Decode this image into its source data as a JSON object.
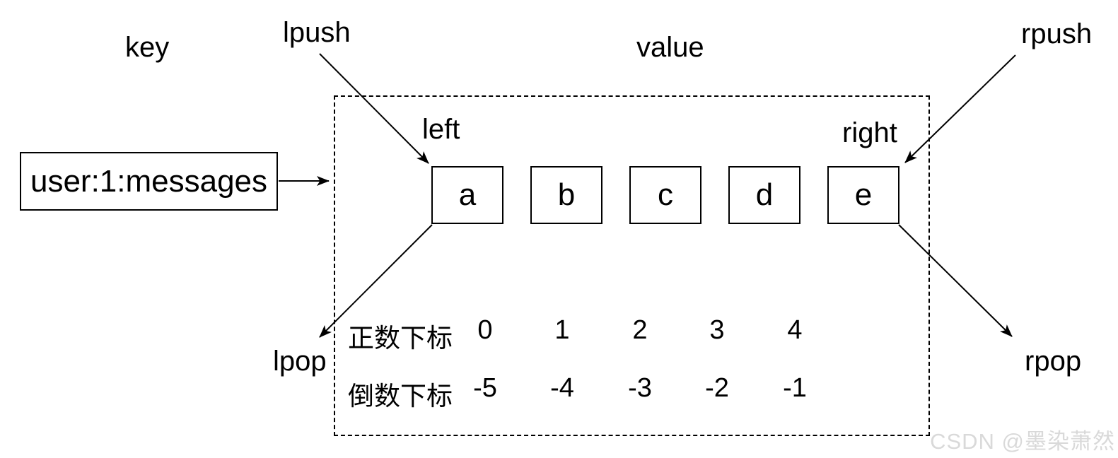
{
  "labels": {
    "key": "key",
    "value": "value",
    "lpush": "lpush",
    "rpush": "rpush",
    "lpop": "lpop",
    "rpop": "rpop",
    "left": "left",
    "right": "right"
  },
  "key_box": {
    "text": "user:1:messages"
  },
  "list": {
    "cells": [
      "a",
      "b",
      "c",
      "d",
      "e"
    ]
  },
  "index_rows": {
    "positive": {
      "label": "正数下标",
      "values": [
        "0",
        "1",
        "2",
        "3",
        "4"
      ]
    },
    "negative": {
      "label": "倒数下标",
      "values": [
        "-5",
        "-4",
        "-3",
        "-2",
        "-1"
      ]
    }
  },
  "watermark": "CSDN @墨染萧然",
  "colors": {
    "line": "#000000",
    "text": "#000000",
    "background": "#ffffff",
    "watermark_text": "#d9d9d9"
  }
}
